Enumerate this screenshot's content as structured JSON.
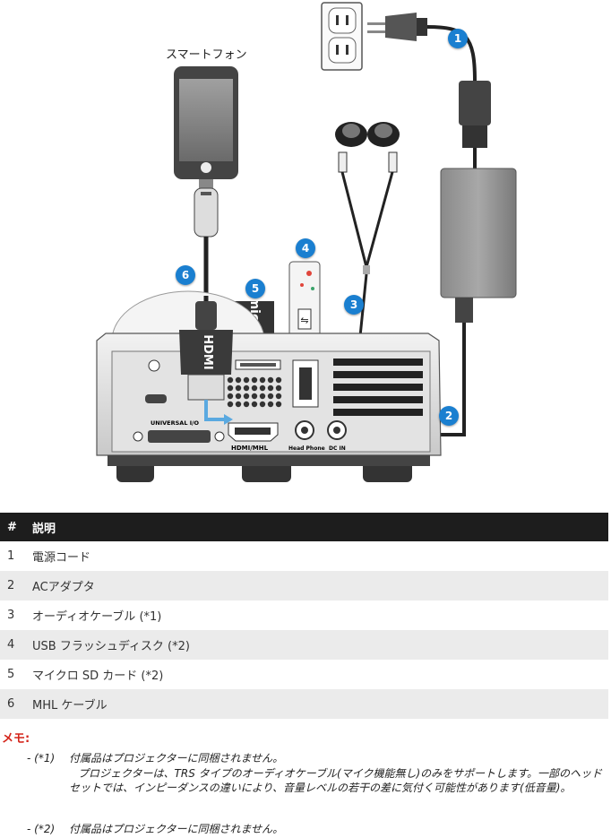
{
  "figure": {
    "phone_label": "スマートフォン",
    "badges": [
      "1",
      "2",
      "3",
      "4",
      "5",
      "6"
    ],
    "ports": {
      "hdmi_mhl": "HDMI/MHL",
      "head_phone": "Head Phone",
      "dc_in": "DC IN",
      "universal": "UNIVERSAL I/O"
    },
    "microsd_text": "micro SD",
    "plug_text": "HDMI"
  },
  "table": {
    "headers": [
      "#",
      "説明"
    ],
    "rows": [
      {
        "num": "1",
        "desc": "電源コード"
      },
      {
        "num": "2",
        "desc": "ACアダプタ"
      },
      {
        "num": "3",
        "desc": "オーディオケーブル (*1)"
      },
      {
        "num": "4",
        "desc": "USB フラッシュディスク (*2)"
      },
      {
        "num": "5",
        "desc": "マイクロ SD カード (*2)"
      },
      {
        "num": "6",
        "desc": "MHL ケーブル"
      }
    ]
  },
  "memo": {
    "title": "メモ:",
    "note1_mark": "- (*1)",
    "note1_line1": "付属品はプロジェクターに同梱されません。",
    "note1_body": "プロジェクターは、TRS タイプのオーディオケーブル(マイク機能無し)のみをサポートします。一部のヘッドセットでは、インピーダンスの違いにより、音量レベルの若干の差に気付く可能性があります(低音量)。",
    "note2_mark": "- (*2)",
    "note2_line1": "付属品はプロジェクターに同梱されません。"
  },
  "colors": {
    "badge": "#1a7fd0",
    "header_bg": "#1d1d1d",
    "row_alt": "#ebebeb",
    "memo_title": "#d4251b",
    "arrow": "#5aa9e0"
  }
}
